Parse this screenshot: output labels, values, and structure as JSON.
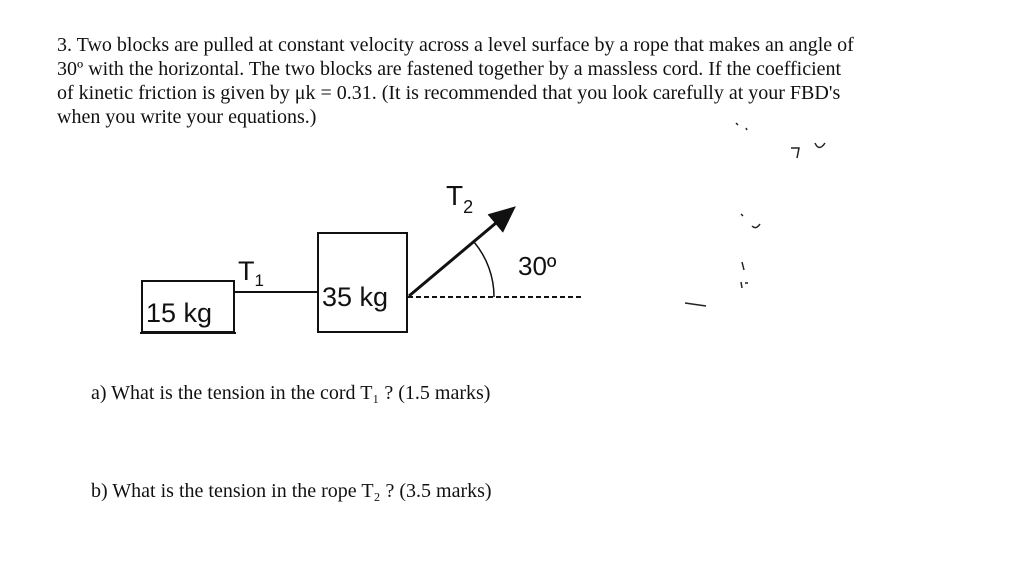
{
  "problem": {
    "lines": [
      "3. Two blocks are pulled at constant velocity across a level surface by a rope that makes an angle of",
      "30º with the horizontal.  The two blocks are fastened together by a massless cord.  If the coefficient",
      "of kinetic friction is given by μk = 0.31. (It is recommended that you look carefully at your FBD's",
      "when you write your equations.)"
    ]
  },
  "diagram": {
    "block_small_label": "15 kg",
    "block_large_label": "35 kg",
    "tension1_label": "T",
    "tension1_sub": "1",
    "tension2_label": "T",
    "tension2_sub": "2",
    "angle_label": "30º"
  },
  "questions": {
    "a": "a)   What is the tension in the cord T₁ ? (1.5 marks)",
    "b": "b) What is the tension in the rope T₂ ? (3.5 marks)"
  }
}
